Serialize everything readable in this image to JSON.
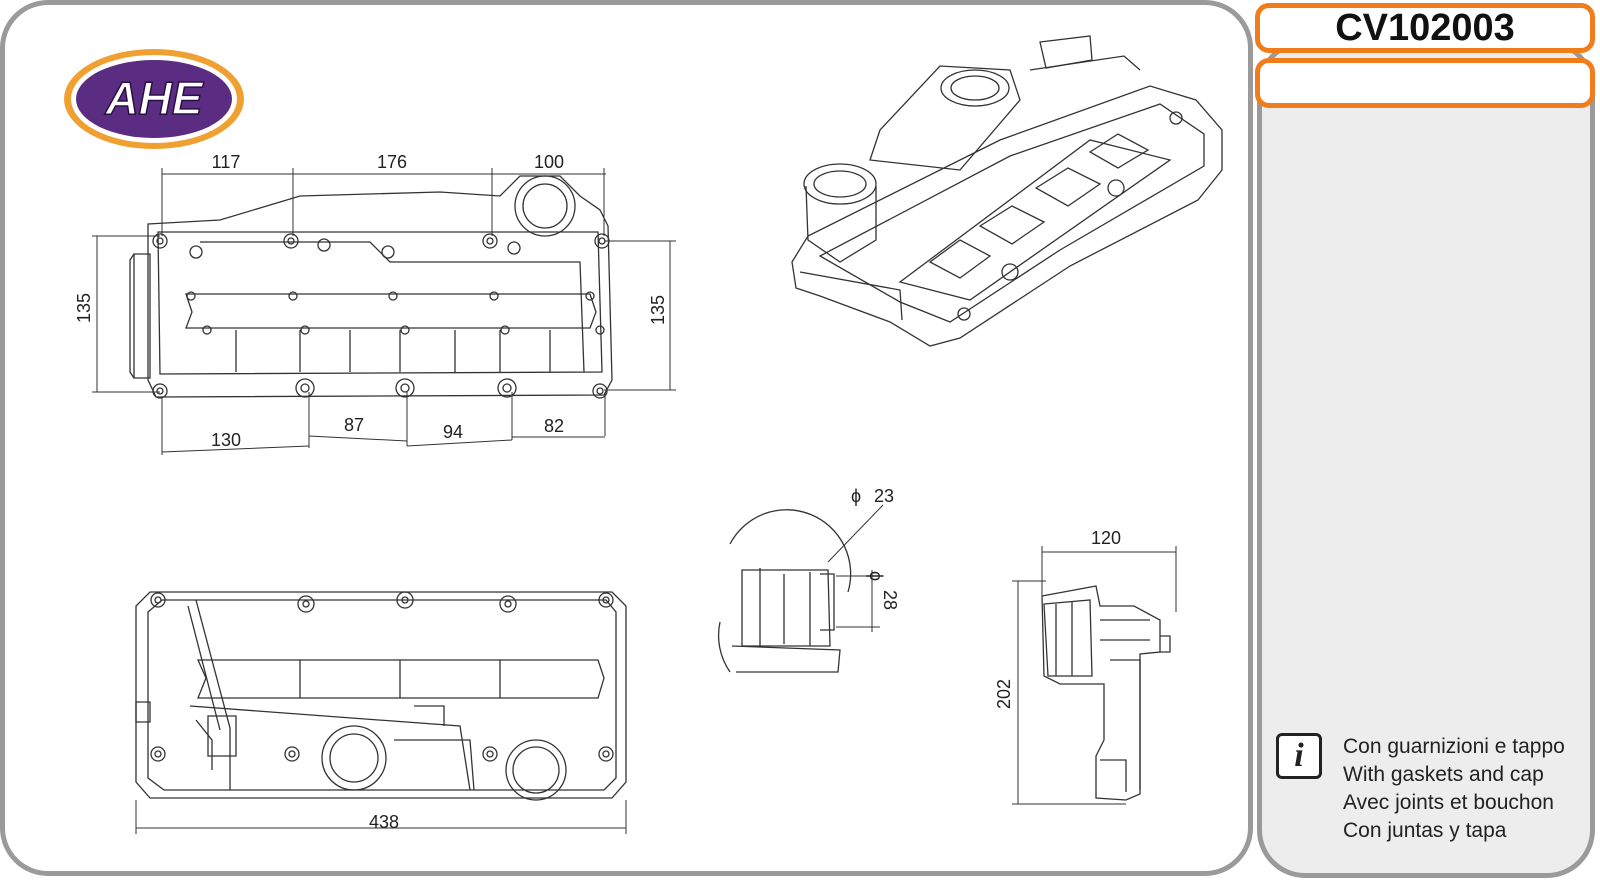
{
  "brand": {
    "logo_text": "AHE",
    "colors": {
      "logo_fill": "#5a2d82",
      "logo_outline": "#f0a030",
      "accent": "#f07d1a",
      "panel_border": "#9a9a9a",
      "side_bg": "#ededed"
    }
  },
  "part_code": "CV102003",
  "part_code_secondary": "",
  "info_icon": "info-icon",
  "notes": [
    "Con guarnizioni e tappo",
    "With gaskets and cap",
    "Avec joints et bouchon",
    "Con juntas y tapa"
  ],
  "dimensions": {
    "top_view": {
      "top": [
        "117",
        "176",
        "100"
      ],
      "left_height": "135",
      "right_height": "135",
      "bottom": [
        "130",
        "87",
        "94",
        "82"
      ]
    },
    "bottom_view": {
      "length": "438"
    },
    "detail": {
      "inner_diameter": "23",
      "outer_diameter": "28",
      "diameter_symbol": "ϕ"
    },
    "side_view": {
      "width": "120",
      "height": "202"
    }
  }
}
